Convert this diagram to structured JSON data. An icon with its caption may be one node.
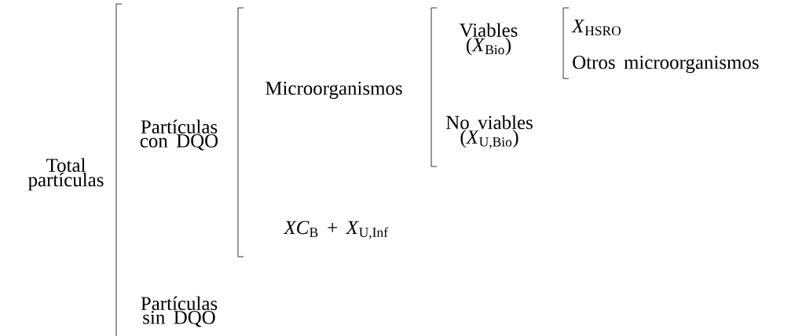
{
  "diagram": {
    "labels": [
      "Total partículas",
      "Partículas con DQO",
      "Microorganismos",
      "Viables (*X*$_{Bio}$)",
      "*X*$_{HSRO}$",
      "Otros microorganismos",
      "No viables (*X*$_{U,Bio}$)",
      "*XC*$_{B}$ + *X*$_{U,Inf}$",
      "Partículas sin DQO"
    ]
  }
}
